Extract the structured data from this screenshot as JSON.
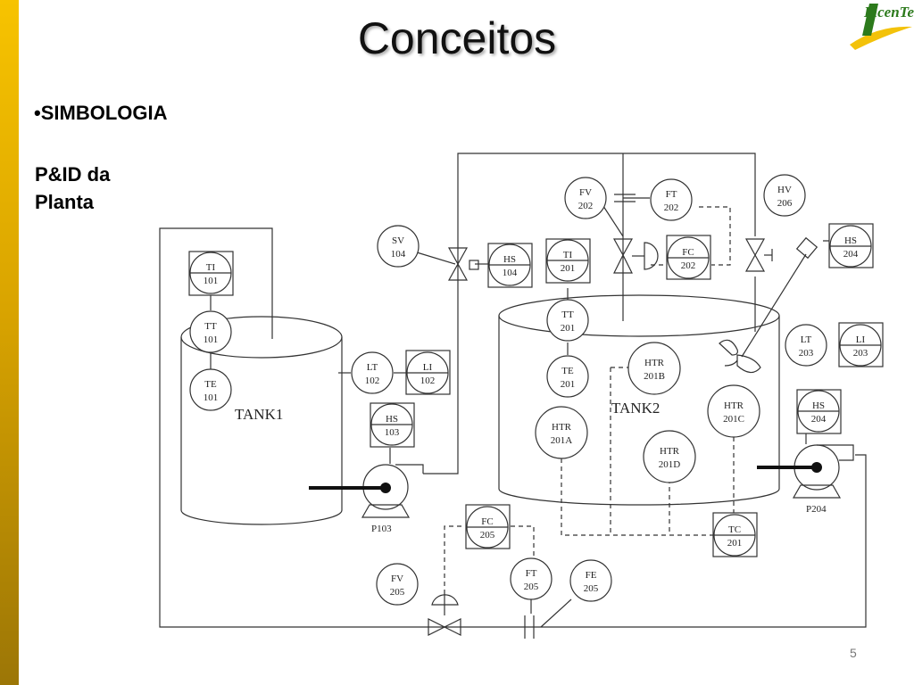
{
  "slide": {
    "title": "Conceitos",
    "bullet": "•SIMBOLOGIA",
    "subtitle": "P&ID da Planta",
    "page_number": "5",
    "logo_text": "LicenTec",
    "brand_color": "#2c7a1c",
    "accent_color": "#f7c300"
  },
  "diagram": {
    "tanks": [
      {
        "id": "tank1",
        "label": "TANK1"
      },
      {
        "id": "tank2",
        "label": "TANK2"
      }
    ],
    "instruments": [
      {
        "id": "ti101",
        "tag": "TI",
        "num": "101",
        "board": true
      },
      {
        "id": "tt101",
        "tag": "TT",
        "num": "101",
        "board": false
      },
      {
        "id": "te101",
        "tag": "TE",
        "num": "101",
        "board": false
      },
      {
        "id": "lt102",
        "tag": "LT",
        "num": "102",
        "board": false
      },
      {
        "id": "li102",
        "tag": "LI",
        "num": "102",
        "board": true
      },
      {
        "id": "hs103",
        "tag": "HS",
        "num": "103",
        "board": true
      },
      {
        "id": "sv104",
        "tag": "SV",
        "num": "104",
        "board": false
      },
      {
        "id": "hs104",
        "tag": "HS",
        "num": "104",
        "board": true
      },
      {
        "id": "ti201",
        "tag": "TI",
        "num": "201",
        "board": true
      },
      {
        "id": "tt201",
        "tag": "TT",
        "num": "201",
        "board": false
      },
      {
        "id": "te201",
        "tag": "TE",
        "num": "201",
        "board": false
      },
      {
        "id": "fv202",
        "tag": "FV",
        "num": "202",
        "board": false
      },
      {
        "id": "ft202",
        "tag": "FT",
        "num": "202",
        "board": false
      },
      {
        "id": "fc202",
        "tag": "FC",
        "num": "202",
        "board": true
      },
      {
        "id": "hv206",
        "tag": "HV",
        "num": "206",
        "board": false
      },
      {
        "id": "hs204a",
        "tag": "HS",
        "num": "204",
        "board": true
      },
      {
        "id": "lt203",
        "tag": "LT",
        "num": "203",
        "board": false
      },
      {
        "id": "li203",
        "tag": "LI",
        "num": "203",
        "board": true
      },
      {
        "id": "htr201b",
        "tag": "HTR",
        "num": "201B",
        "board": false
      },
      {
        "id": "htr201c",
        "tag": "HTR",
        "num": "201C",
        "board": false
      },
      {
        "id": "htr201a",
        "tag": "HTR",
        "num": "201A",
        "board": false
      },
      {
        "id": "htr201d",
        "tag": "HTR",
        "num": "201D",
        "board": false
      },
      {
        "id": "hs204b",
        "tag": "HS",
        "num": "204",
        "board": true
      },
      {
        "id": "tc201",
        "tag": "TC",
        "num": "201",
        "board": true
      },
      {
        "id": "fc205",
        "tag": "FC",
        "num": "205",
        "board": true
      },
      {
        "id": "fv205",
        "tag": "FV",
        "num": "205",
        "board": false
      },
      {
        "id": "ft205",
        "tag": "FT",
        "num": "205",
        "board": false
      },
      {
        "id": "fe205",
        "tag": "FE",
        "num": "205",
        "board": false
      }
    ],
    "pumps": [
      {
        "id": "p103",
        "label": "P103"
      },
      {
        "id": "p204",
        "label": "P204"
      }
    ]
  }
}
